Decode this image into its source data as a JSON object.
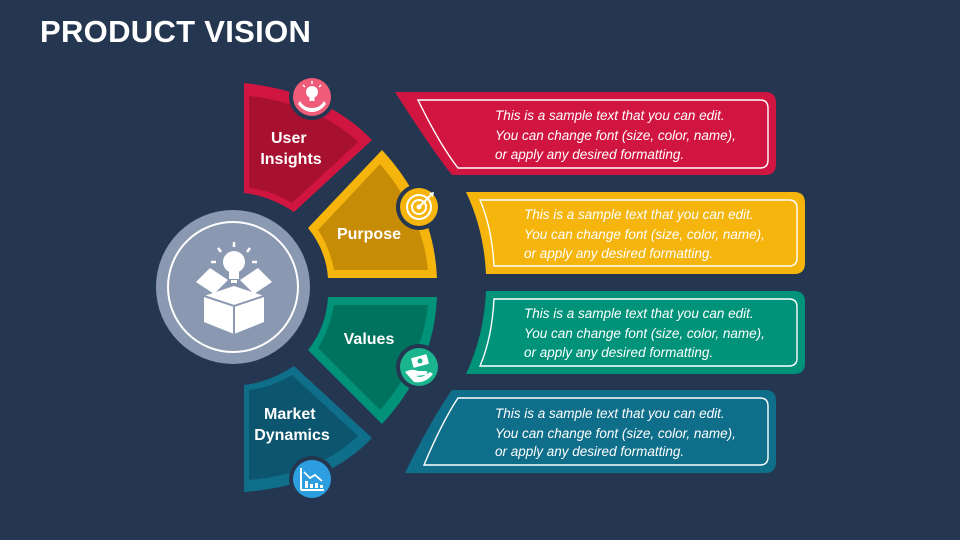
{
  "slide": {
    "title": "PRODUCT VISION"
  },
  "colors": {
    "background": "#253750",
    "hub": "#8a99b1",
    "red": "#d01540",
    "red_dark": "#a8102f",
    "yellow": "#f5b50c",
    "yellow_dark": "#c78c05",
    "green": "#00937a",
    "green_dark": "#00735e",
    "teal": "#0f6e8a",
    "teal_dark": "#0b566e"
  },
  "hub": {
    "icon": "idea-box-icon"
  },
  "segments": [
    {
      "label_lines": [
        "User",
        "Insights"
      ],
      "icon": "hand-bulb-icon",
      "text_lines": [
        "This is a sample text that you can edit.",
        "You can change font (size, color, name),",
        "or apply any desired formatting."
      ]
    },
    {
      "label_lines": [
        "Purpose"
      ],
      "icon": "target-icon",
      "text_lines": [
        "This is a sample text that you can edit.",
        "You can change font (size, color, name),",
        "or apply any desired formatting."
      ]
    },
    {
      "label_lines": [
        "Values"
      ],
      "icon": "hand-money-icon",
      "text_lines": [
        "This is a sample text that you can edit.",
        "You can change font (size, color, name),",
        "or apply any desired formatting."
      ]
    },
    {
      "label_lines": [
        "Market",
        "Dynamics"
      ],
      "icon": "chart-icon",
      "text_lines": [
        "This is a sample text that you can edit.",
        "You can change font (size, color, name),",
        "or apply any desired formatting."
      ]
    }
  ]
}
